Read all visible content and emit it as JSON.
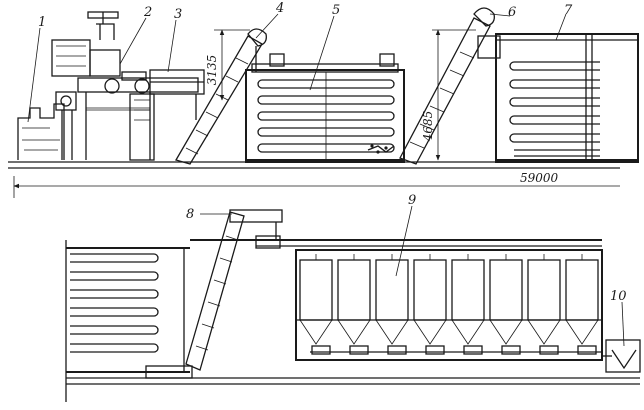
{
  "callouts": [
    "1",
    "2",
    "3",
    "4",
    "5",
    "6",
    "7",
    "8",
    "9",
    "10"
  ],
  "dimensions": {
    "overall_length": "59000",
    "elevator_4_height": "3135",
    "elevator_6_height": "4685"
  }
}
